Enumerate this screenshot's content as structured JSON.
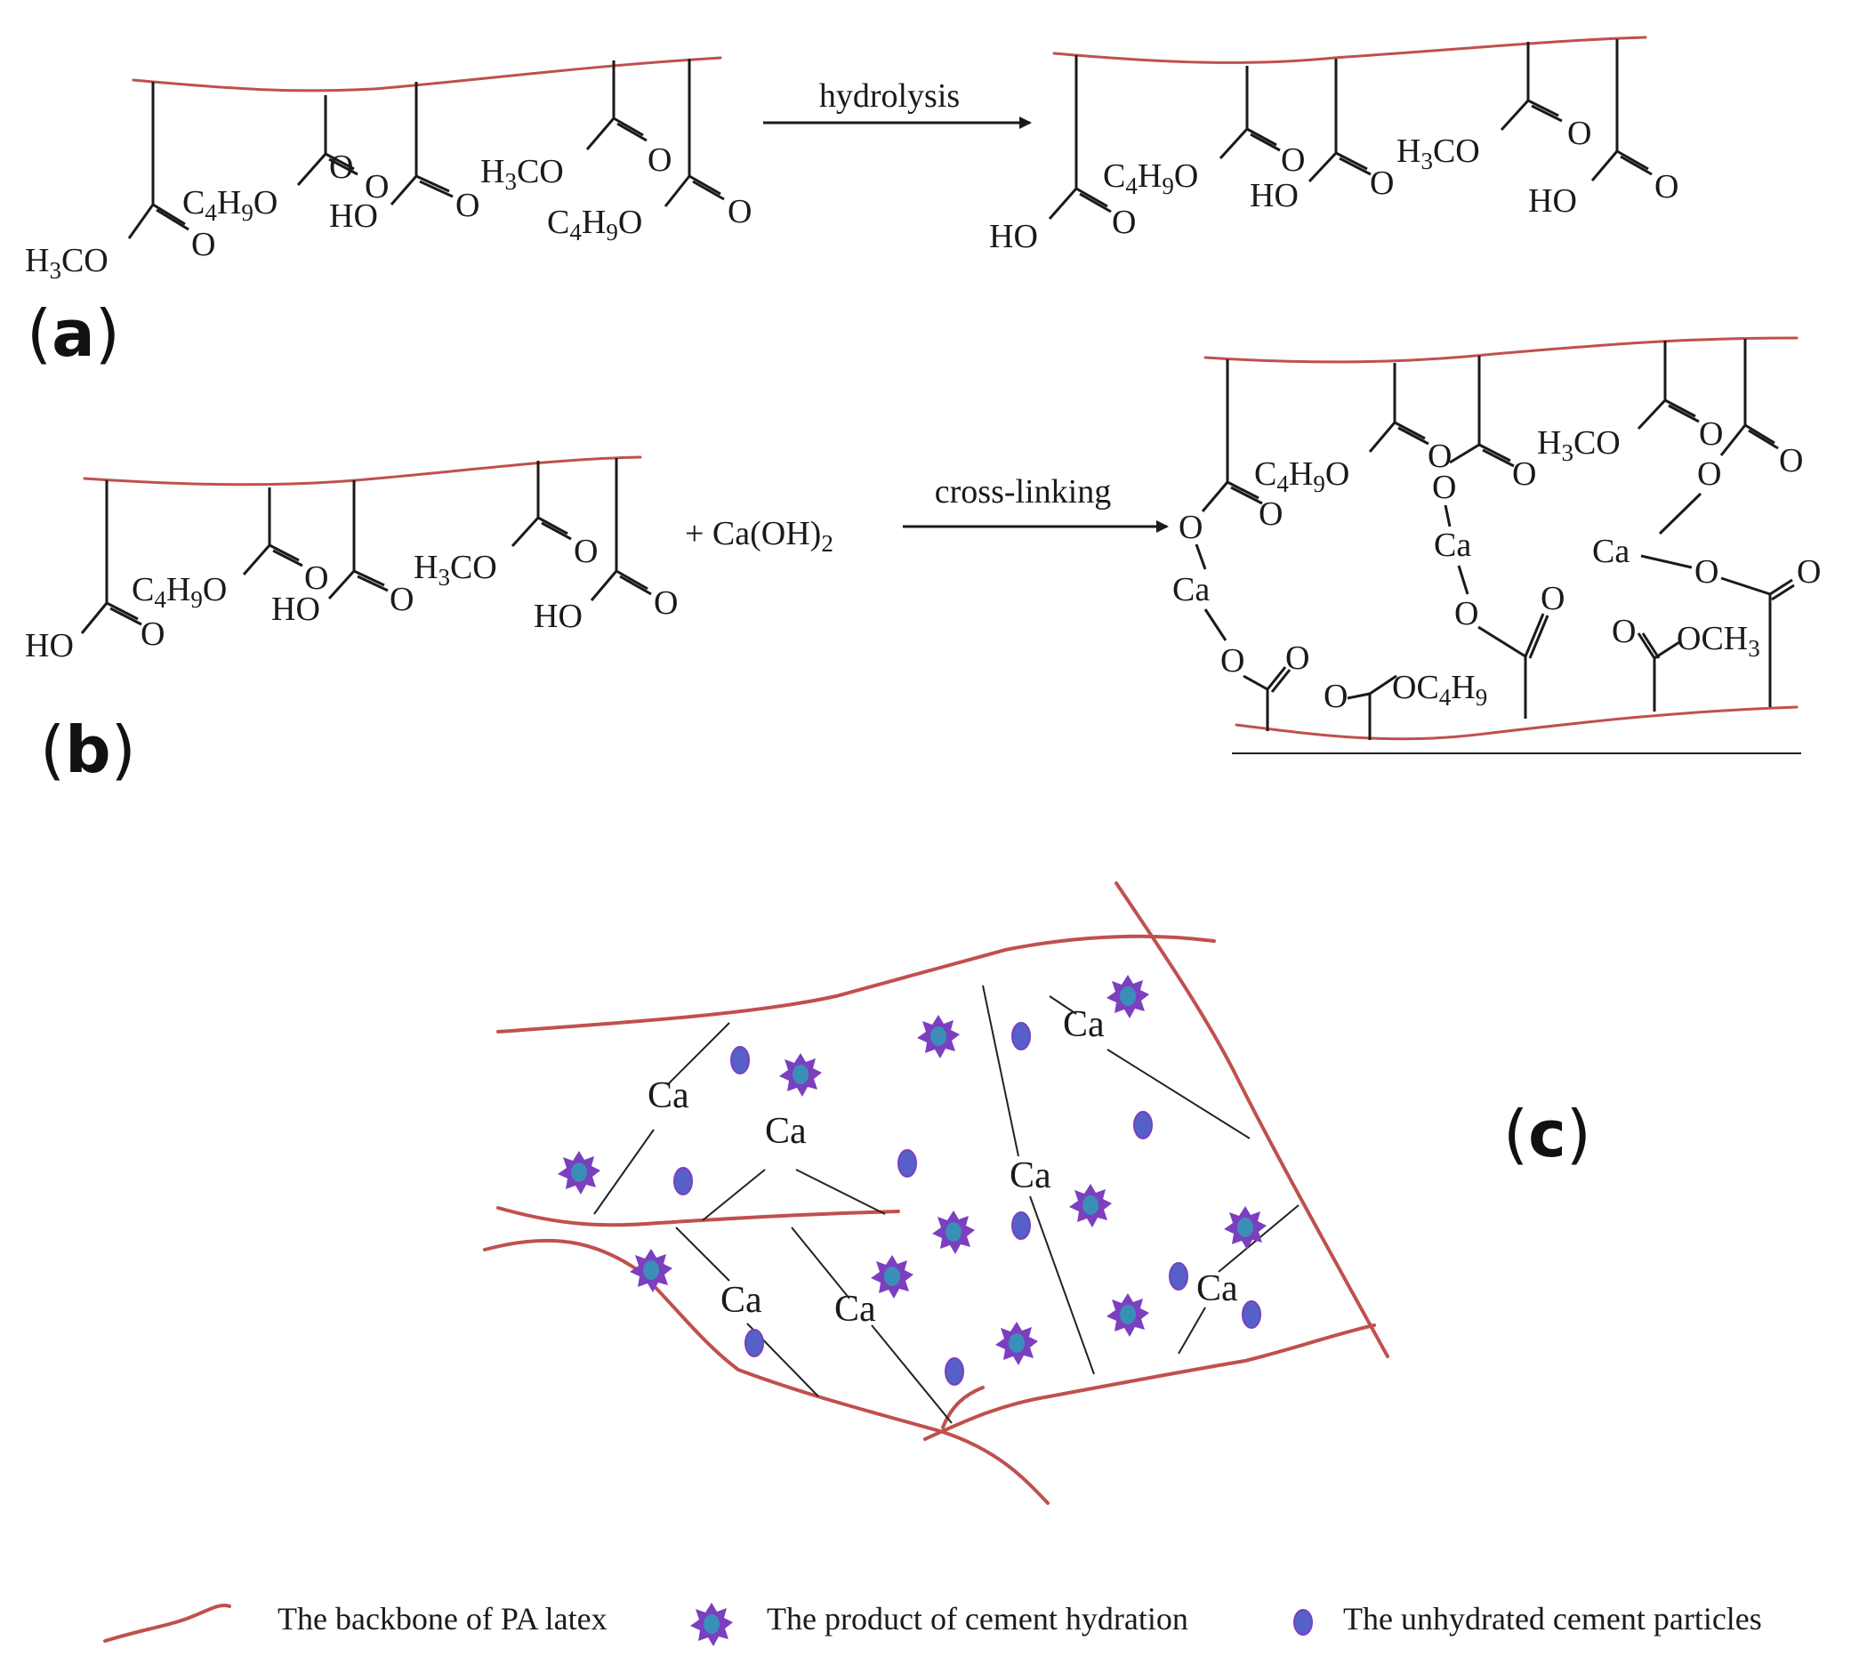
{
  "panel_a": {
    "label": "a",
    "arrow_label": "hydrolysis",
    "left_groups": [
      "H3CO",
      "C4H9O",
      "HO",
      "O",
      "O",
      "H3CO",
      "O",
      "C4H9O",
      "O",
      "O"
    ],
    "right_groups": [
      "HO",
      "O",
      "C4H9O",
      "O",
      "HO",
      "O",
      "H3CO",
      "O",
      "HO",
      "O"
    ]
  },
  "panel_b": {
    "label": "b",
    "arrow_label": "cross-linking",
    "reagent": "+ Ca(OH)",
    "reagent_sub": "2",
    "metal": "Ca",
    "ester_groups": [
      "OCH3",
      "OC4H9"
    ]
  },
  "panel_c": {
    "label": "c",
    "metal": "Ca"
  },
  "legend": {
    "items": [
      {
        "label": "The backbone of PA latex",
        "icon": "red-wavy-line-icon",
        "color": "#c0504d"
      },
      {
        "label": "The product of cement hydration",
        "icon": "purple-star-cluster-icon",
        "color": "#7b3fbf"
      },
      {
        "label": "The unhydrated cement particles",
        "icon": "blue-oval-icon",
        "color": "#5560c8"
      }
    ]
  },
  "colors": {
    "backbone": "#c0504d",
    "hydration_product": "#7b3fbf",
    "hydration_core": "#3a8fb8",
    "unhydrated": "#5560c8"
  }
}
